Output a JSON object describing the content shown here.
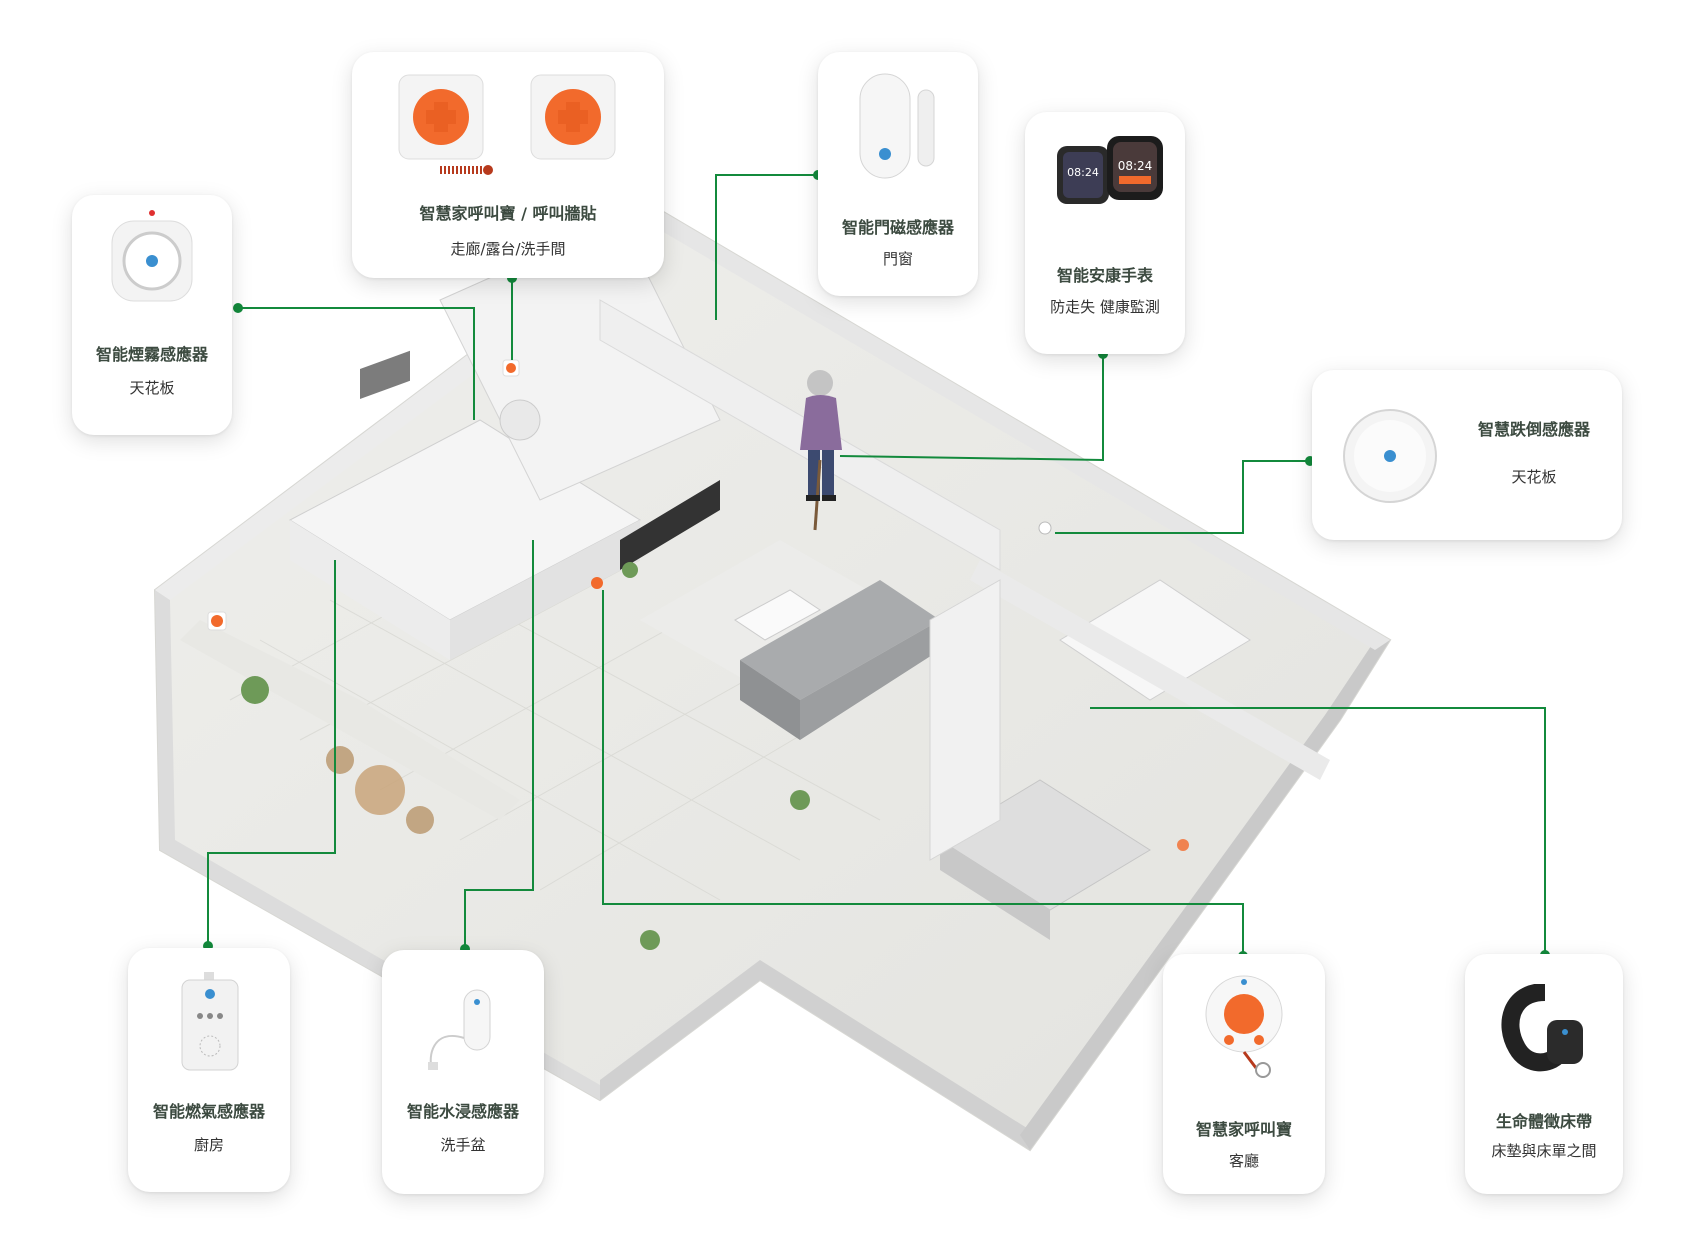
{
  "devices": {
    "call_button": {
      "title": "智慧家呼叫寶 / 呼叫牆貼",
      "location": "走廊/露台/洗手間"
    },
    "door_sensor": {
      "title": "智能門磁感應器",
      "location": "門窗"
    },
    "watch": {
      "title": "智能安康手表",
      "location": "防走失 健康監測",
      "screen_time": "08:24"
    },
    "smoke_sensor": {
      "title": "智能煙霧感應器",
      "location": "天花板"
    },
    "fall_sensor": {
      "title": "智慧跌倒感應器",
      "location": "天花板"
    },
    "gas_sensor": {
      "title": "智能燃氣感應器",
      "location": "廚房"
    },
    "water_sensor": {
      "title": "智能水浸感應器",
      "location": "洗手盆"
    },
    "home_call": {
      "title": "智慧家呼叫寶",
      "location": "客廳"
    },
    "vital_belt": {
      "title": "生命體徵床帶",
      "location": "床墊與床單之間"
    }
  },
  "colors": {
    "connector": "#138a3c",
    "accent_orange": "#f26a2c",
    "card_bg": "#ffffff"
  }
}
